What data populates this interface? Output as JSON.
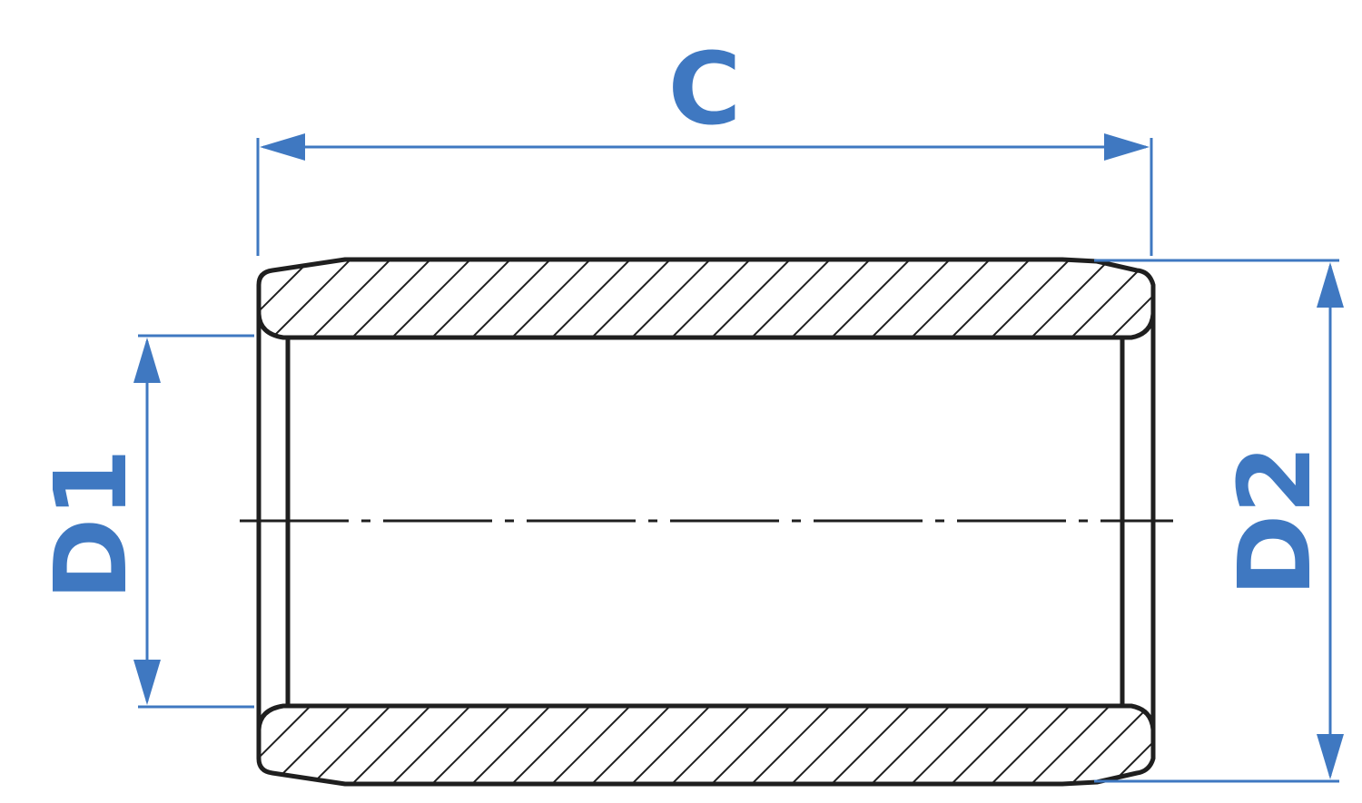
{
  "diagram": {
    "labels": {
      "length": "C",
      "inner_diameter": "D1",
      "outer_diameter": "D2"
    },
    "colors": {
      "dimension": "#3f78c1",
      "outline": "#1f1f1f",
      "background": "#ffffff"
    }
  }
}
